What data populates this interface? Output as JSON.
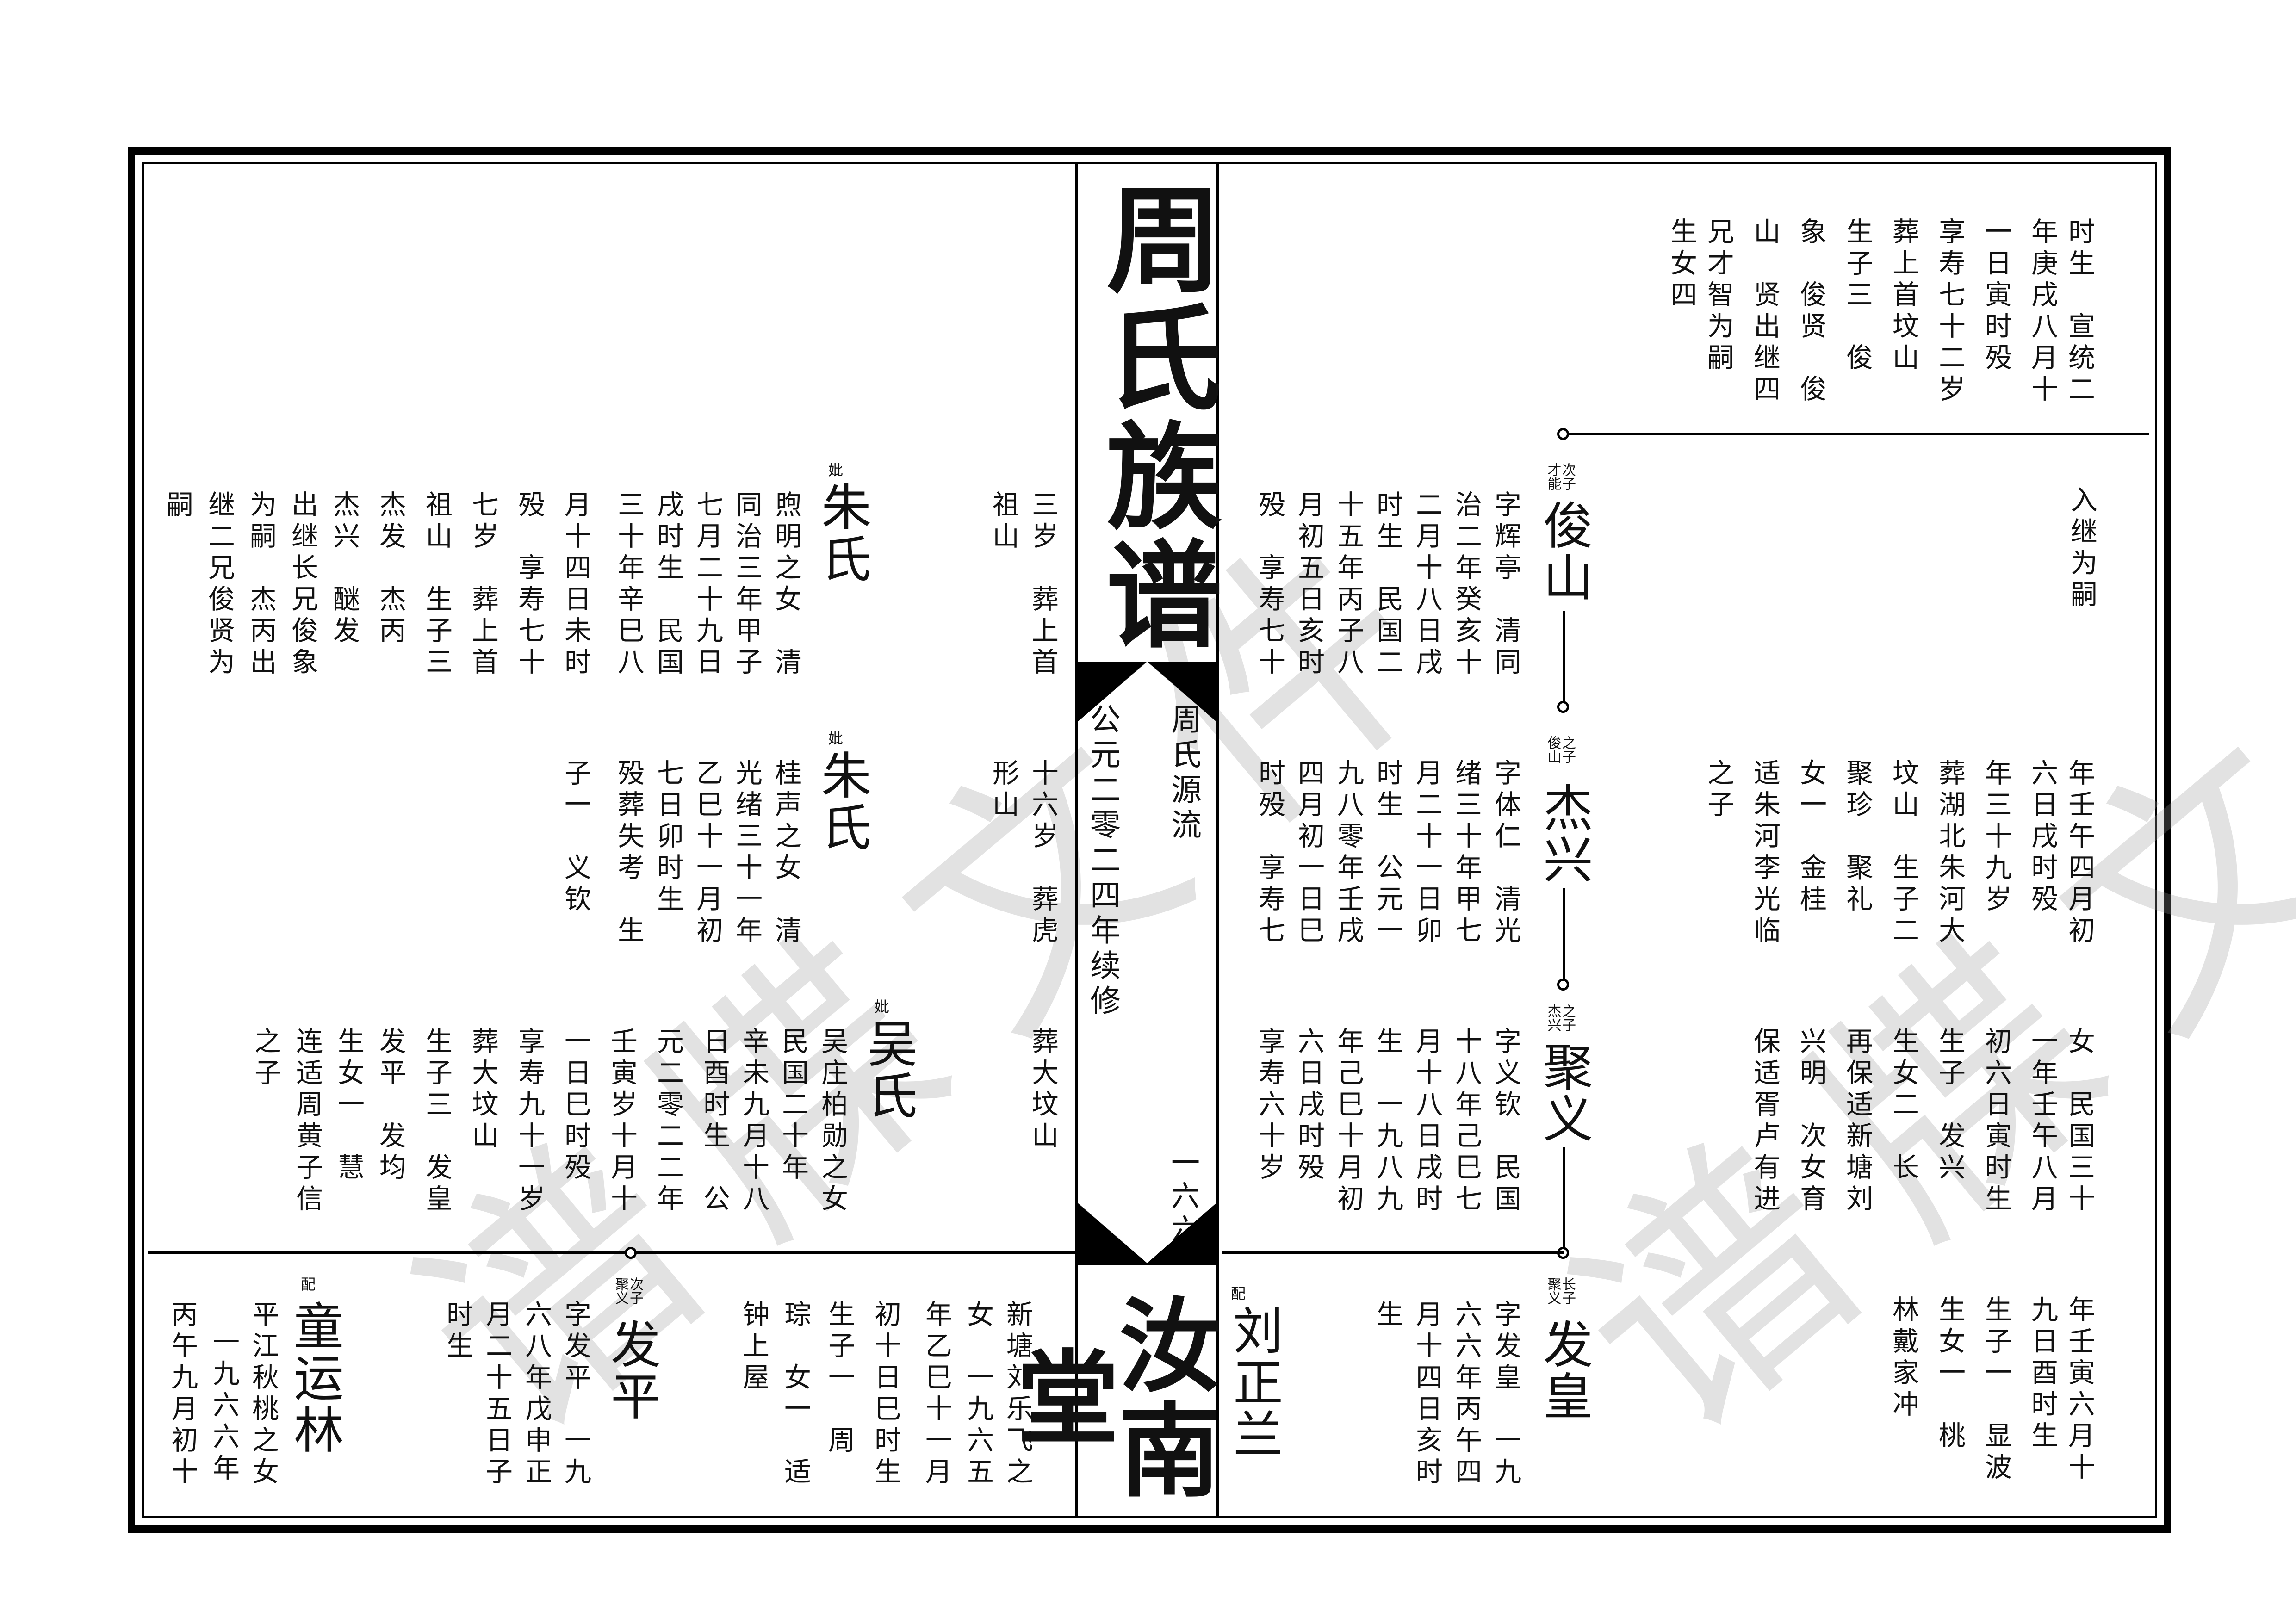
{
  "header": {
    "title": "周氏族谱",
    "subtitle": "周氏源流",
    "date": "公元二零二四年续修",
    "page_number": "一六六",
    "hall": "汝南堂"
  },
  "watermark": [
    "谱",
    "牒",
    "文",
    "件"
  ],
  "right_page": {
    "top_block": [
      "时生　宣统二",
      "年庚戌八月十",
      "一日寅时殁",
      "享寿七十二岁",
      "葬上首坟山",
      "生子三　俊",
      "象　俊贤　俊",
      "山　贤出继四",
      "兄才智为嗣",
      "生女四"
    ],
    "ruyi": "入继为嗣",
    "persons": {
      "junshan": {
        "name": "俊山",
        "rel_top": "次子",
        "rel_bottom": "才能",
        "bio": [
          "字辉亭　清同",
          "治二年癸亥十",
          "二月十八日戌",
          "时生　民国二",
          "十五年丙子八",
          "月初五日亥时",
          "殁　享寿七十"
        ]
      },
      "jiexing": {
        "name": "杰兴",
        "rel_top": "之子",
        "rel_bottom": "俊山",
        "bio": [
          "字体仁　清光",
          "绪三十年甲七",
          "月二十一日卯",
          "时生　公元一",
          "九八零年壬戌",
          "四月初一日巳",
          "时殁　享寿七"
        ]
      },
      "juyi": {
        "name": "聚义",
        "rel_top": "之子",
        "rel_bottom": "杰兴",
        "bio": [
          "字义钦　民国",
          "十八年己巳七",
          "月十八日戌时",
          "生　一九八九",
          "年己巳十月初",
          "六日戌时殁",
          "享寿六十岁"
        ]
      },
      "fahuang": {
        "name": "发皇",
        "rel_top": "长子",
        "rel_bottom": "聚义",
        "bio": [
          "字发皇　一九",
          "六六年丙午四",
          "月十四日亥时",
          "生"
        ]
      },
      "spouse_liu": {
        "label": "配",
        "name": "刘正兰"
      }
    },
    "right_mid_block": [
      "年壬午四月初",
      "六日戌时殁",
      "年三十九岁",
      "葬湖北朱河大",
      "坟山　生子二",
      "聚珍　聚礼",
      "女一　金桂",
      "适朱河李光临",
      "之子"
    ],
    "right_lower_block": [
      "女　民国三十",
      "一年壬午八月",
      "初六日寅时生",
      "生子　发兴",
      "生女二　长",
      "再保适新塘刘",
      "兴明　次女育",
      "保适胥卢有进"
    ],
    "right_bottom_block": [
      "年壬寅六月十",
      "九日酉时生",
      "生子一　显波",
      "生女一　桃",
      "林戴家冲"
    ]
  },
  "left_page": {
    "top_right_block": [
      "三岁　葬上首",
      "祖山",
      "十六岁　葬虎",
      "形山",
      "葬大坟山"
    ],
    "zhu1": {
      "label": "妣",
      "name": "朱氏",
      "bio": [
        "煦明之女　清",
        "同治三年甲子",
        "七月二十九日",
        "戌时生　民国",
        "三十年辛巳八",
        "月十四日未时",
        "殁　享寿七十",
        "七岁　葬上首",
        "祖山　生子三",
        "杰发　杰丙",
        "杰兴　醚发",
        "出继长兄俊象",
        "为嗣　杰丙出",
        "继二兄俊贤为",
        "嗣"
      ]
    },
    "zhu2": {
      "label": "妣",
      "name": "朱氏",
      "bio": [
        "桂声之女　清",
        "光绪三十一年",
        "乙巳十一月初",
        "七日卯时生",
        "殁葬失考　生",
        "子一　义钦"
      ]
    },
    "wu": {
      "label": "妣",
      "name": "吴氏",
      "bio": [
        "吴庄柏勋之女",
        "民国二十年",
        "辛未九月十八",
        "日酉时生　公",
        "元二零二二年",
        "壬寅岁十月十",
        "一日巳时殁",
        "享寿九十一岁",
        "葬大坟山",
        "生子三　发皇",
        "发平　发均",
        "生女一　慧",
        "连适周黄子信",
        "之子"
      ]
    },
    "faping": {
      "name": "发平",
      "rel_top": "次子",
      "rel_bottom": "聚义",
      "bio": [
        "字发平　一九",
        "六八年戊申正",
        "月二十五日子",
        "时生"
      ]
    },
    "faping_spouse_bio": [
      "新塘刘乐飞之",
      "女　一九六五",
      "年乙巳十一月",
      "初十日巳时生",
      "生子一　周",
      "琮　女一　适",
      "钟上屋"
    ],
    "tong": {
      "label": "配",
      "name": "童运林",
      "bio": [
        "平江秋桃之女",
        "一九六六年",
        "丙午九月初十"
      ]
    }
  }
}
